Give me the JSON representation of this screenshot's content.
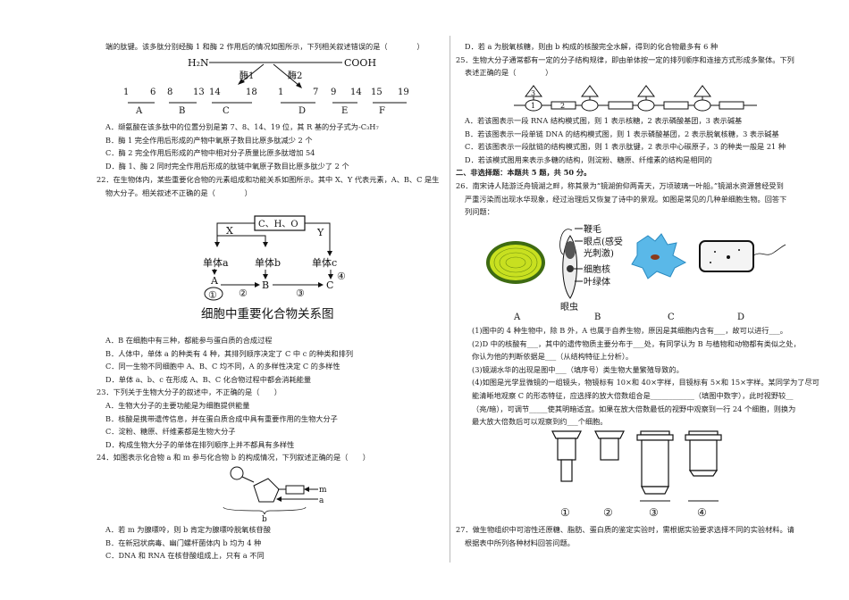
{
  "left": {
    "q21_tail": "端的肽键。该多肽分别经酶 1 和酶 2 作用后的情况如图所示，下列相关叙述错误的是（　　　　）",
    "q21_fig": {
      "left_end": "H₂N",
      "right_end": "COOH",
      "enzyme1": "酶1",
      "enzyme2": "酶2",
      "fragments": [
        {
          "s": "1",
          "e": "6",
          "n": "A"
        },
        {
          "s": "8",
          "e": "13",
          "n": "B"
        },
        {
          "s": "14",
          "e": "18",
          "n": "C"
        },
        {
          "s": "1",
          "e": "7",
          "n": "D"
        },
        {
          "s": "9",
          "e": "14",
          "n": "E"
        },
        {
          "s": "15",
          "e": "19",
          "n": "F"
        }
      ]
    },
    "q21_opts": [
      "A．缬氨酸在该多肽中的位置分别是第 7、8、14、19 位，其 R 基的分子式为-C₃H₇",
      "B．酶 1 完全作用后形成的产物中氧原子数目比原多肽减少 2 个",
      "C．酶 2 完全作用后形成的产物中相对分子质量比原多肽增加 54",
      "D．酶 1、酶 2 同时完全作用后形成的肽链中氧原子数目比原多肽少了 2 个"
    ],
    "q22_l1": "22．在生物体内，某些重要化合物的元素组成和功能关系如图所示。其中 X、Y 代表元素，A、B、C 是生",
    "q22_l2": "物大分子。相关叙述不正确的是（　　　　）",
    "q22_fig": {
      "top": "C、H、O",
      "x": "X",
      "y": "Y",
      "ma": "单体a",
      "mb": "单体b",
      "mc": "单体c",
      "A": "A",
      "B": "B",
      "C": "C",
      "n1": "①",
      "n2": "②",
      "n3": "③",
      "n4": "④",
      "caption": "细胞中重要化合物关系图"
    },
    "q22_opts": [
      "A．B 在细胞中有三种，都能参与蛋白质的合成过程",
      "B．人体中，单体 a 的种类有 4 种，其排列顺序决定了 C 中 c 的种类和排列",
      "C．同一生物不同细胞中 A、B、C 均不同，A 的多样性决定 C 的多样性",
      "D．单体 a、b、c 在形成 A、B、C 化合物过程中都会消耗能量"
    ],
    "q23": "23．下列关于生物大分子的叙述中，不正确的是（　　）",
    "q23_opts": [
      "A．生物大分子的主要功能是为细胞提供能量",
      "B．核酸是携带遗传信息，并在蛋白质合成中具有重要作用的生物大分子",
      "C．淀粉、糖原、纤维素都是生物大分子",
      "D．构成生物大分子的单体在排列顺序上并不都具有多样性"
    ],
    "q24": "24．如图表示化合物 a 和 m 参与化合物 b 的构成情况，下列叙述正确的是（　　）",
    "q24_fig": {
      "m": "m",
      "a": "a",
      "b": "b"
    },
    "q24_opts": [
      "A．若 m 为腺嘌呤，则 b 肯定为腺嘌呤脱氧核苷酸",
      "B．在新冠状病毒、幽门螺杆菌体内 b 均为 4 种",
      "C．DNA  和  RNA  在核苷酸组成上，只有 a 不同"
    ]
  },
  "right": {
    "q24_d": "D．若 a 为脱氧核糖，则由 b 构成的核酸完全水解，得到的化合物最多有 6 种",
    "q25_l1": "25．生物大分子通常都有一定的分子结构规律，即由单体按一定的排列顺序和连接方式形成多聚体。下列",
    "q25_l2": "表述正确的是（　　　　）",
    "q25_fig": {
      "n1": "1",
      "n2": "2",
      "n3": "3"
    },
    "q25_opts": [
      "A．若该图表示一段 RNA 结构模式图，则 1 表示核糖，2 表示磷酸基团，3 表示碱基",
      "B．若该图表示一段单链 DNA 的结构模式图，则 1 表示磷酸基团，2 表示脱氧核糖，3 表示碱基",
      "C．若该图表示一段肽链的结构模式图，则 1 表示肽键，2 表示中心碳原子，3 的种类一般是 21 种",
      "D．若该模式图用来表示多糖的结构，则淀粉、糖原、纤维素的结构是相同的"
    ],
    "section2": "二、非选择题：本题共 5 题，共 50 分。",
    "q26_lines": [
      "26．南宋诗人陆游泛舟镜湖之畔，称其景为“镜湖俯仰两青天，万顷玻璃一叶船。”镜湖水资源曾经受到",
      "严重污染而出现水华现象，经过治理后又恢复了诗中的景观。如图是常见的几种单细胞生物。回答下",
      "列问题："
    ],
    "q26_fig": {
      "flagellum": "鞭毛",
      "eyespot": "眼点(感受",
      "eyespot2": "光刺激)",
      "nucleus": "细胞核",
      "chloroplast": "叶绿体",
      "euglena": "眼虫",
      "labels": [
        "A",
        "B",
        "C",
        "D"
      ]
    },
    "q26_text": [
      "(1)图中的 4 种生物中，除 B 外，A 也属于自养生物，原因是其细胞内含有___，故可以进行___。",
      "(2)D 中的核酸有___，其中的遗传物质主要分布于___处，有同学认为 B 与植物和动物都有类似之处，",
      "你认为他的判断依据是___（从结构特征上分析）。",
      "(3)镜湖水华的出现是图中___（填序号）类生物大量繁殖导致的。",
      "(4)如图是光学显微镜的一组镜头，物镜标有 10×和 40×字样，目镜标有 5×和 15×字样。某同学为了尽可",
      "能清晰地观察 C 的形态特征，应选择的放大倍数组合是____________（填图中数字），此时视野较__",
      "（亮/暗），可调节_____使其明暗适宜。如果在放大倍数最低的视野中观察到一行 24 个细胞，则换为",
      "最大放大倍数后可以观察到约___个细胞。"
    ],
    "lens_labels": [
      "①",
      "②",
      "③",
      "④"
    ],
    "q27_lines": [
      "27．做生物组织中可溶性还原糖、脂肪、蛋白质的鉴定实验时，需根据实验要求选择不同的实验材料。请",
      "根据表中所列各种材料回答问题。"
    ]
  }
}
